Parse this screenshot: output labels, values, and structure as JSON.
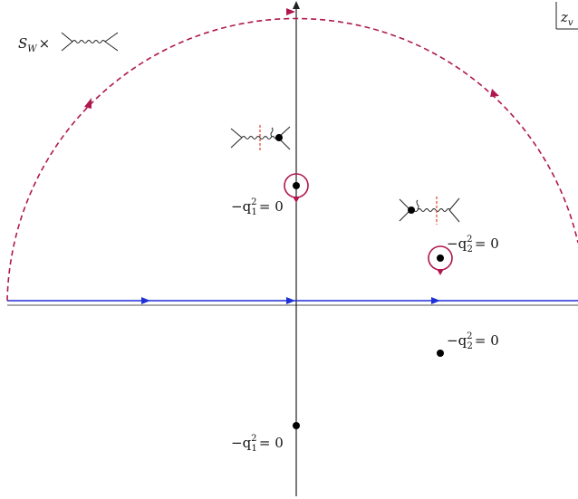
{
  "variable_label": {
    "base": "z",
    "sub": "v"
  },
  "self_energy_label": {
    "base": "S",
    "sub": "W",
    "suffix": "×"
  },
  "poles": [
    {
      "name": "upper-pole-imaginary-axis",
      "lhs": "−q",
      "sub": "1",
      "sup": "2",
      "rhs": "= 0"
    },
    {
      "name": "upper-pole-right",
      "lhs": "−q",
      "sub": "2",
      "sup": "2",
      "rhs": "= 0"
    },
    {
      "name": "lower-pole-right",
      "lhs": "−q",
      "sub": "2",
      "sup": "2",
      "rhs": "= 0"
    },
    {
      "name": "lower-pole-imaginary-axis",
      "lhs": "−q",
      "sub": "1",
      "sup": "2",
      "rhs": "= 0"
    }
  ],
  "colors": {
    "contour_arc": "#b0174f",
    "real_contour": "#1f2fd6",
    "axis": "#222222",
    "pole": "#000000",
    "cut_mark": "#e2402a"
  }
}
